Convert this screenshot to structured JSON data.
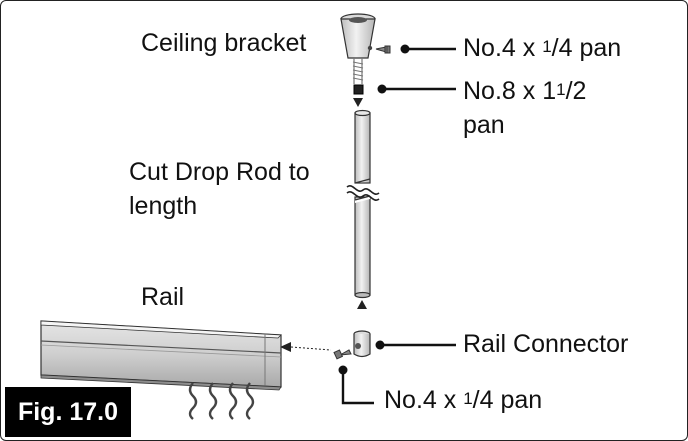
{
  "labels": {
    "ceiling_bracket": "Ceiling bracket",
    "cut_rod_line1": "Cut Drop Rod to",
    "cut_rod_line2": "length",
    "rail": "Rail",
    "rail_connector": "Rail Connector"
  },
  "screws": {
    "top_pan": {
      "prefix": "No.4 x ",
      "sup": "1",
      "suffix": "/4 pan"
    },
    "middle_pan": {
      "prefix": "No.8 x 1",
      "sup": "1",
      "suffix": "/2",
      "line2": "pan"
    },
    "bottom_pan": {
      "prefix": "No.4 x ",
      "sup": "1",
      "suffix": "/4 pan"
    }
  },
  "figure_label": "Fig. 17.0",
  "colors": {
    "figure_badge": "#000000",
    "metal": "#c9c9c9",
    "outline": "#333333"
  }
}
